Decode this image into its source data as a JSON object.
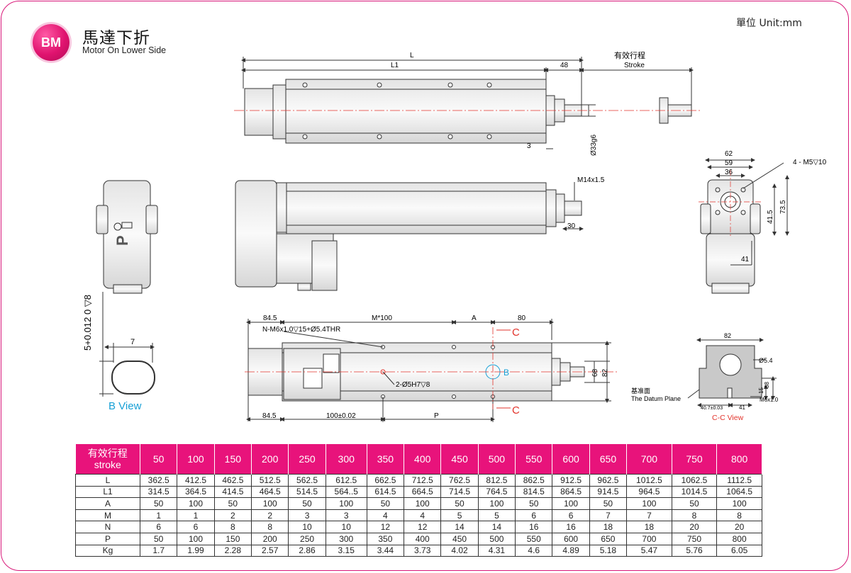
{
  "header": {
    "logo": "BM",
    "title_zh": "馬達下折",
    "title_en": "Motor On Lower Side",
    "unit": "單位 Unit:mm"
  },
  "drawing": {
    "top_view": {
      "dim_L": "L",
      "dim_L1": "L1",
      "dim_48": "48",
      "stroke_zh": "有效行程",
      "stroke_en": "Stroke",
      "dim_3": "3",
      "dim_phi33": "Ø33g6"
    },
    "side_view": {
      "thread": "M14x1.5",
      "dim_30": "30",
      "motor_label": "P"
    },
    "end_view": {
      "dim_62": "62",
      "dim_59": "59",
      "dim_36": "36",
      "holes": "4 - M5▽10",
      "dim_41_5": "41.5",
      "dim_73_5": "73.5",
      "dim_41": "41"
    },
    "bottom_view": {
      "dim_84_5_top": "84.5",
      "dim_M100": "M*100",
      "dim_A": "A",
      "dim_80": "80",
      "holes_N": "N-M6x1.0▽15+Ø5.4THR",
      "pin_holes": "2-Ø5H7▽8",
      "mark_B": "B",
      "mark_C_top": "C",
      "mark_C_bot": "C",
      "dim_68": "68",
      "dim_82": "82",
      "dim_84_5_bot": "84.5",
      "dim_100": "100±0.02",
      "dim_P": "P"
    },
    "b_view": {
      "tolerance": "5+0.012 0 ▽8",
      "dim_7": "7",
      "caption": "B View"
    },
    "cc_view": {
      "dim_82": "82",
      "dim_phi5_4": "Ø5.4",
      "datum_zh": "基准面",
      "datum_en": "The Datum Plane",
      "dim_40_7": "40.7±0.03",
      "dim_41": "41",
      "dim_38": "38",
      "dim_15": "15",
      "thread": "M6x1.0",
      "caption": "C-C View"
    }
  },
  "table": {
    "header_label_zh": "有效行程",
    "header_label_en": "stroke",
    "strokes": [
      "50",
      "100",
      "150",
      "200",
      "250",
      "300",
      "350",
      "400",
      "450",
      "500",
      "550",
      "600",
      "650",
      "700",
      "750",
      "800"
    ],
    "rows": [
      {
        "label": "L",
        "values": [
          "362.5",
          "412.5",
          "462.5",
          "512.5",
          "562.5",
          "612.5",
          "662.5",
          "712.5",
          "762.5",
          "812.5",
          "862.5",
          "912.5",
          "962.5",
          "1012.5",
          "1062.5",
          "1112.5"
        ]
      },
      {
        "label": "L1",
        "values": [
          "314.5",
          "364.5",
          "414.5",
          "464.5",
          "514.5",
          "564..5",
          "614.5",
          "664.5",
          "714.5",
          "764.5",
          "814.5",
          "864.5",
          "914.5",
          "964.5",
          "1014.5",
          "1064.5"
        ]
      },
      {
        "label": "A",
        "values": [
          "50",
          "100",
          "50",
          "100",
          "50",
          "100",
          "50",
          "100",
          "50",
          "100",
          "50",
          "100",
          "50",
          "100",
          "50",
          "100"
        ]
      },
      {
        "label": "M",
        "values": [
          "1",
          "1",
          "2",
          "2",
          "3",
          "3",
          "4",
          "4",
          "5",
          "5",
          "6",
          "6",
          "7",
          "7",
          "8",
          "8"
        ]
      },
      {
        "label": "N",
        "values": [
          "6",
          "6",
          "8",
          "8",
          "10",
          "10",
          "12",
          "12",
          "14",
          "14",
          "16",
          "16",
          "18",
          "18",
          "20",
          "20"
        ]
      },
      {
        "label": "P",
        "values": [
          "50",
          "100",
          "150",
          "200",
          "250",
          "300",
          "350",
          "400",
          "450",
          "500",
          "550",
          "600",
          "650",
          "700",
          "750",
          "800"
        ]
      },
      {
        "label": "Kg",
        "values": [
          "1.7",
          "1.99",
          "2.28",
          "2.57",
          "2.86",
          "3.15",
          "3.44",
          "3.73",
          "4.02",
          "4.31",
          "4.6",
          "4.89",
          "5.18",
          "5.47",
          "5.76",
          "6.05"
        ]
      }
    ]
  },
  "colors": {
    "accent": "#e8137b",
    "centerline": "#e2332b",
    "callout": "#17a0d6"
  }
}
